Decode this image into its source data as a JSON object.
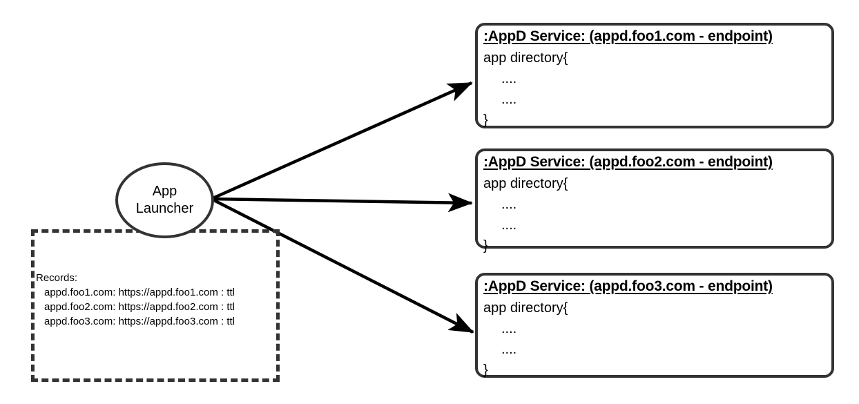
{
  "launcher": {
    "name": "App Launcher",
    "lines": [
      "App",
      "Launcher"
    ]
  },
  "records_panel": {
    "title": "Records:",
    "entries": [
      "appd.foo1.com: https://appd.foo1.com : ttl",
      "appd.foo2.com: https://appd.foo2.com : ttl",
      "appd.foo3.com: https://appd.foo3.com : ttl"
    ]
  },
  "services": [
    {
      "title": ":AppD Service: (appd.foo1.com - endpoint)",
      "body": [
        "app directory{",
        "....",
        "....",
        "}"
      ]
    },
    {
      "title": ":AppD Service: (appd.foo2.com - endpoint)",
      "body": [
        "app directory{",
        "....",
        "....",
        "}"
      ]
    },
    {
      "title": ":AppD Service: (appd.foo3.com - endpoint)",
      "body": [
        "app directory{",
        "....",
        "....",
        "}"
      ]
    }
  ],
  "connections": [
    {
      "from": "App Launcher",
      "to": ":AppD Service: (appd.foo1.com - endpoint)"
    },
    {
      "from": "App Launcher",
      "to": ":AppD Service: (appd.foo2.com - endpoint)"
    },
    {
      "from": "App Launcher",
      "to": ":AppD Service: (appd.foo3.com - endpoint)"
    }
  ],
  "colors": {
    "stroke": "#333333",
    "text": "#000000",
    "background": "#ffffff"
  }
}
